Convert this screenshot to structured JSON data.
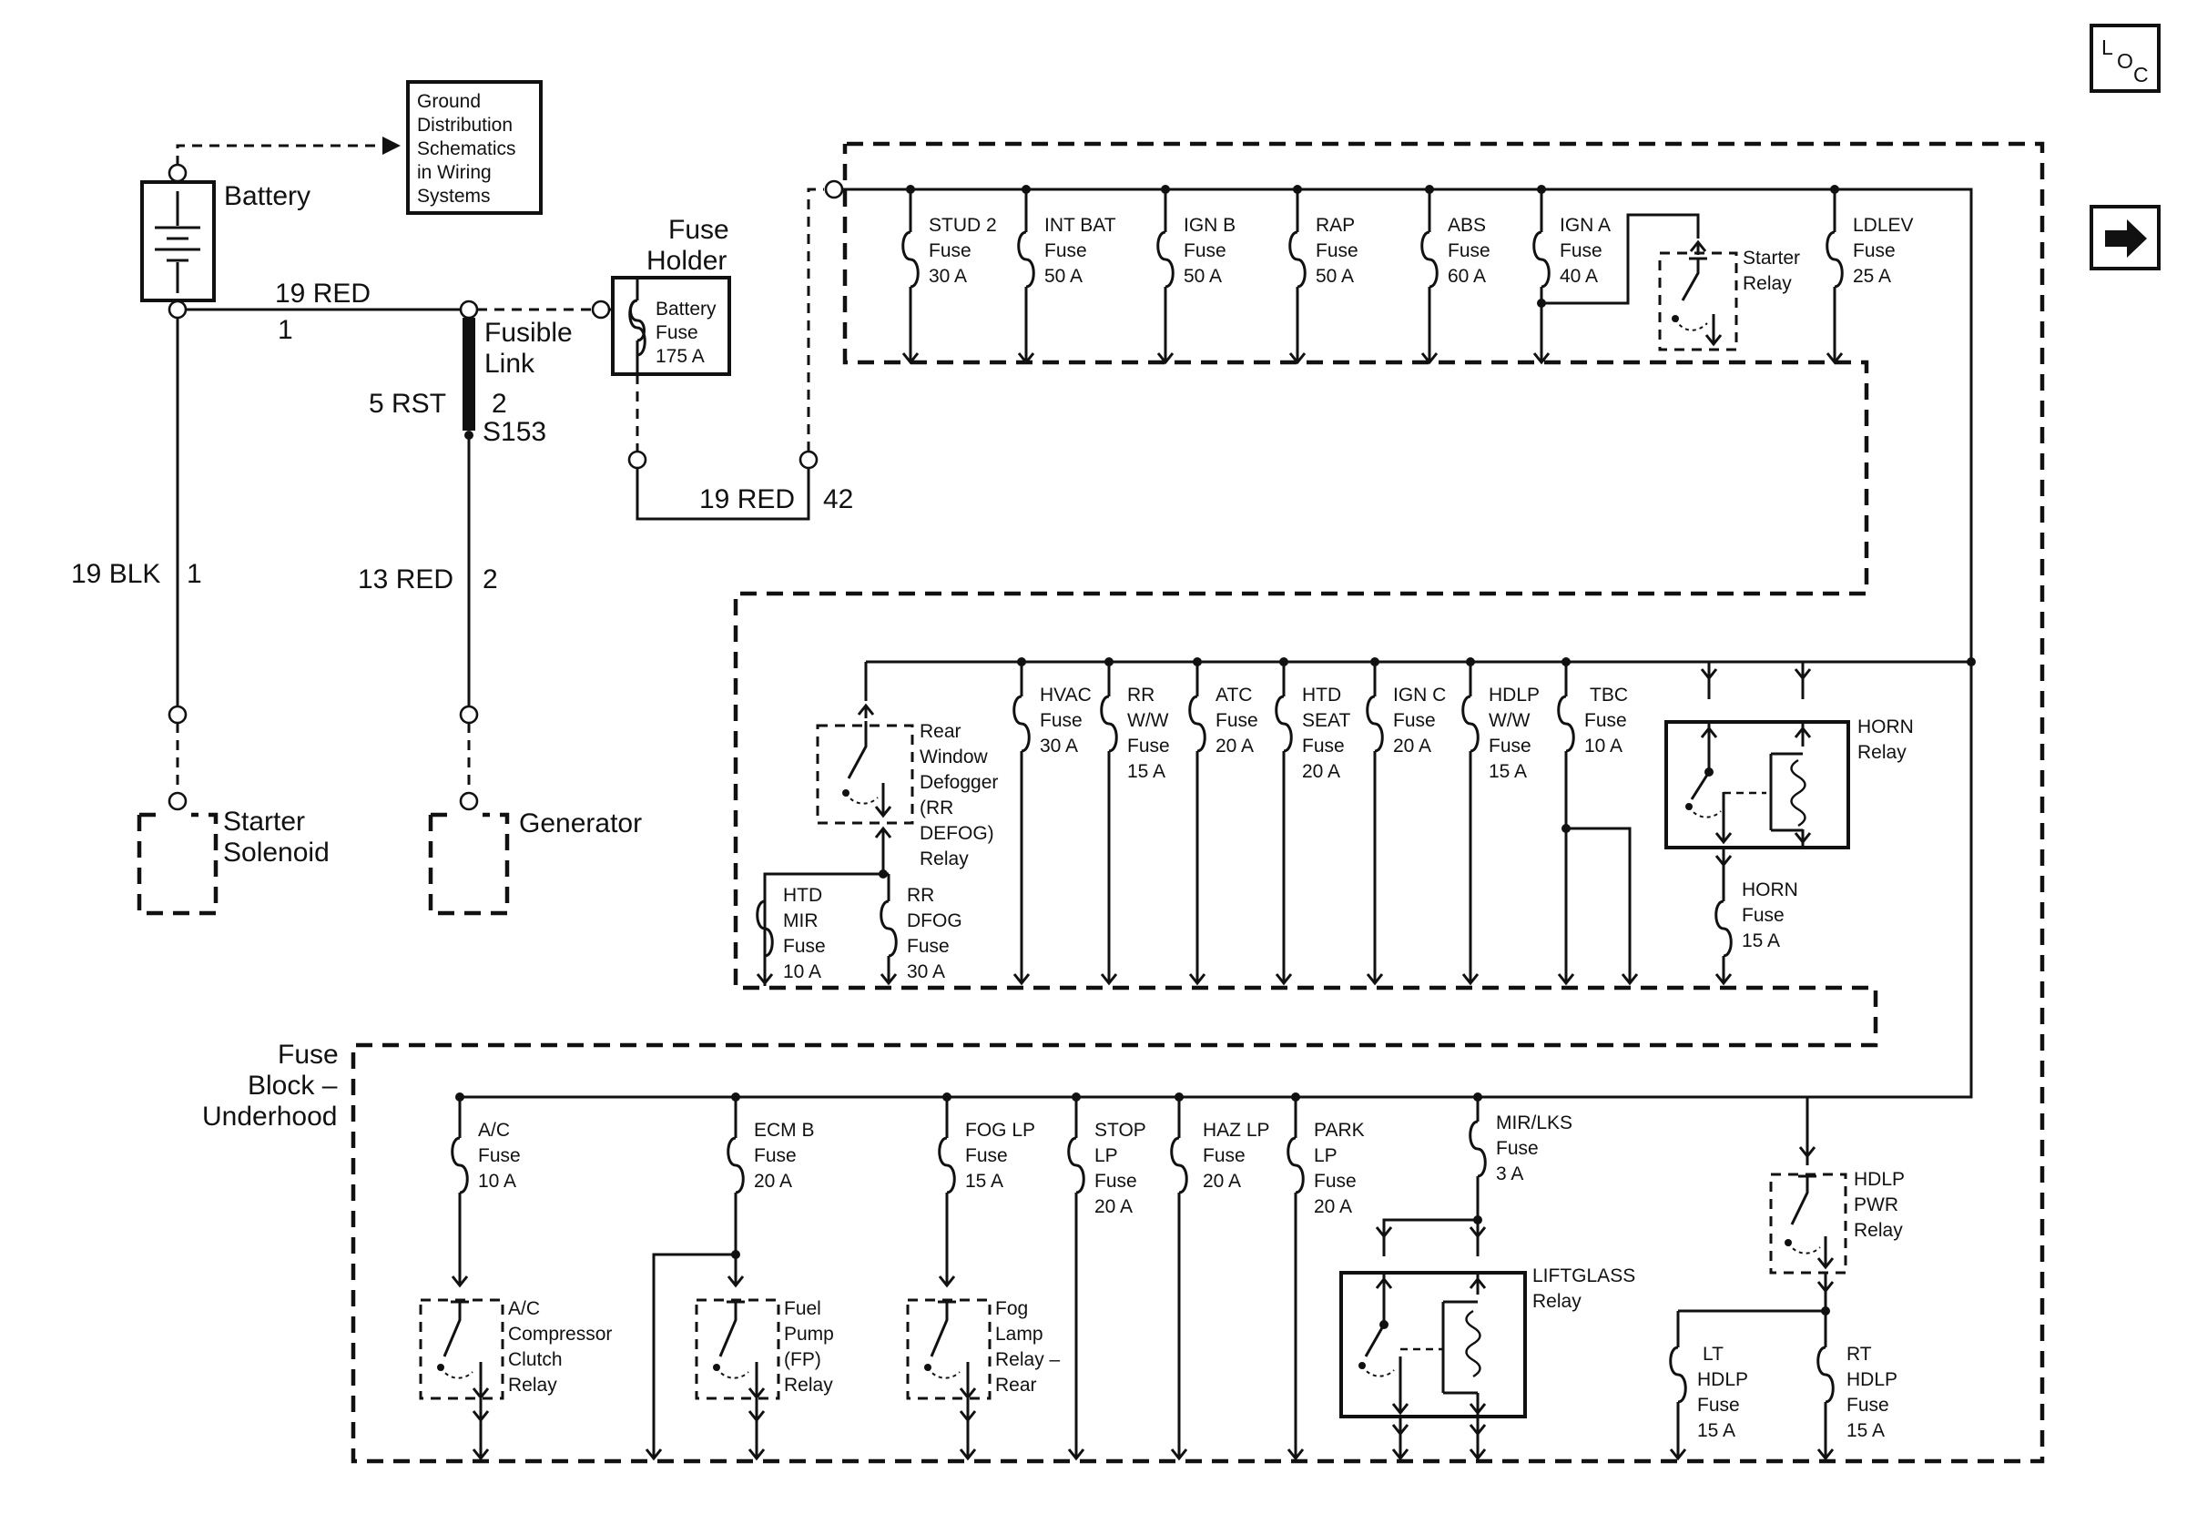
{
  "nav": {
    "loc_button": "LOC",
    "next_icon": "arrow-right"
  },
  "ground_note": [
    "Ground",
    "Distribution",
    "Schematics",
    "in Wiring",
    "Systems"
  ],
  "battery": {
    "label": "Battery"
  },
  "battery_circuit": {
    "wire": "19 RED",
    "pin": "1"
  },
  "fusible_link": {
    "label": [
      "Fusible",
      "Link"
    ],
    "wire": "5 RST",
    "pin": "2",
    "splice": "S153"
  },
  "fuse_holder": {
    "title": [
      "Fuse",
      "Holder"
    ],
    "fuse": [
      "Battery",
      "Fuse",
      "175 A"
    ]
  },
  "holder_circuit": {
    "wire": "19 RED",
    "pin": "42"
  },
  "ground_wire": {
    "wire": "19 BLK",
    "pin": "1"
  },
  "gen_wire": {
    "wire": "13 RED",
    "pin": "2"
  },
  "starter_solenoid": [
    "Starter",
    "Solenoid"
  ],
  "generator": "Generator",
  "fuse_block_label": [
    "Fuse",
    "Block –",
    "Underhood"
  ],
  "row1_fuses": [
    {
      "lines": [
        "STUD 2",
        "Fuse",
        "30 A"
      ]
    },
    {
      "lines": [
        "INT BAT",
        "Fuse",
        "50 A"
      ]
    },
    {
      "lines": [
        "IGN B",
        "Fuse",
        "50 A"
      ]
    },
    {
      "lines": [
        "RAP",
        "Fuse",
        "50 A"
      ]
    },
    {
      "lines": [
        "ABS",
        "Fuse",
        "60 A"
      ]
    },
    {
      "lines": [
        "IGN A",
        "Fuse",
        "40 A"
      ]
    },
    {
      "lines": [
        "LDLEV",
        "Fuse",
        "25 A"
      ]
    }
  ],
  "starter_relay": [
    "Starter",
    "Relay"
  ],
  "rear_defog_relay": [
    "Rear",
    "Window",
    "Defogger",
    "(RR",
    "DEFOG)",
    "Relay"
  ],
  "row2_small_fuses": [
    {
      "lines": [
        "HTD",
        "MIR",
        "Fuse",
        "10 A"
      ]
    },
    {
      "lines": [
        "RR",
        "DFOG",
        "Fuse",
        "30 A"
      ]
    }
  ],
  "row2_fuses": [
    {
      "lines": [
        "HVAC",
        "Fuse",
        "30 A"
      ]
    },
    {
      "lines": [
        "RR",
        "W/W",
        "Fuse",
        "15 A"
      ]
    },
    {
      "lines": [
        "ATC",
        "Fuse",
        "20 A"
      ]
    },
    {
      "lines": [
        "HTD",
        "SEAT",
        "Fuse",
        "20 A"
      ]
    },
    {
      "lines": [
        "IGN C",
        "Fuse",
        "20 A"
      ]
    },
    {
      "lines": [
        "HDLP",
        "W/W",
        "Fuse",
        "15 A"
      ]
    },
    {
      "lines": [
        "TBC",
        "Fuse",
        "10 A"
      ]
    }
  ],
  "horn_relay": [
    "HORN",
    "Relay"
  ],
  "horn_fuse": [
    "HORN",
    "Fuse",
    "15 A"
  ],
  "row3_fuses": [
    {
      "lines": [
        "A/C",
        "Fuse",
        "10 A"
      ]
    },
    {
      "lines": [
        "ECM B",
        "Fuse",
        "20 A"
      ]
    },
    {
      "lines": [
        "FOG LP",
        "Fuse",
        "15 A"
      ]
    },
    {
      "lines": [
        "STOP",
        "LP",
        "Fuse",
        "20 A"
      ]
    },
    {
      "lines": [
        "HAZ LP",
        "Fuse",
        "20 A"
      ]
    },
    {
      "lines": [
        "PARK",
        "LP",
        "Fuse",
        "20 A"
      ]
    },
    {
      "lines": [
        "MIR/LKS",
        "Fuse",
        "3 A"
      ]
    }
  ],
  "ac_relay": [
    "A/C",
    "Compressor",
    "Clutch",
    "Relay"
  ],
  "fuel_pump_relay": [
    "Fuel",
    "Pump",
    "(FP)",
    "Relay"
  ],
  "fog_relay": [
    "Fog",
    "Lamp",
    "Relay –",
    "Rear"
  ],
  "liftglass_relay": [
    "LIFTGLASS",
    "Relay"
  ],
  "hdlp_pwr_relay": [
    "HDLP",
    "PWR",
    "Relay"
  ],
  "hdlp_fuses": [
    {
      "lines": [
        "LT",
        "HDLP",
        "Fuse",
        "15 A"
      ]
    },
    {
      "lines": [
        "RT",
        "HDLP",
        "Fuse",
        "15 A"
      ]
    }
  ]
}
